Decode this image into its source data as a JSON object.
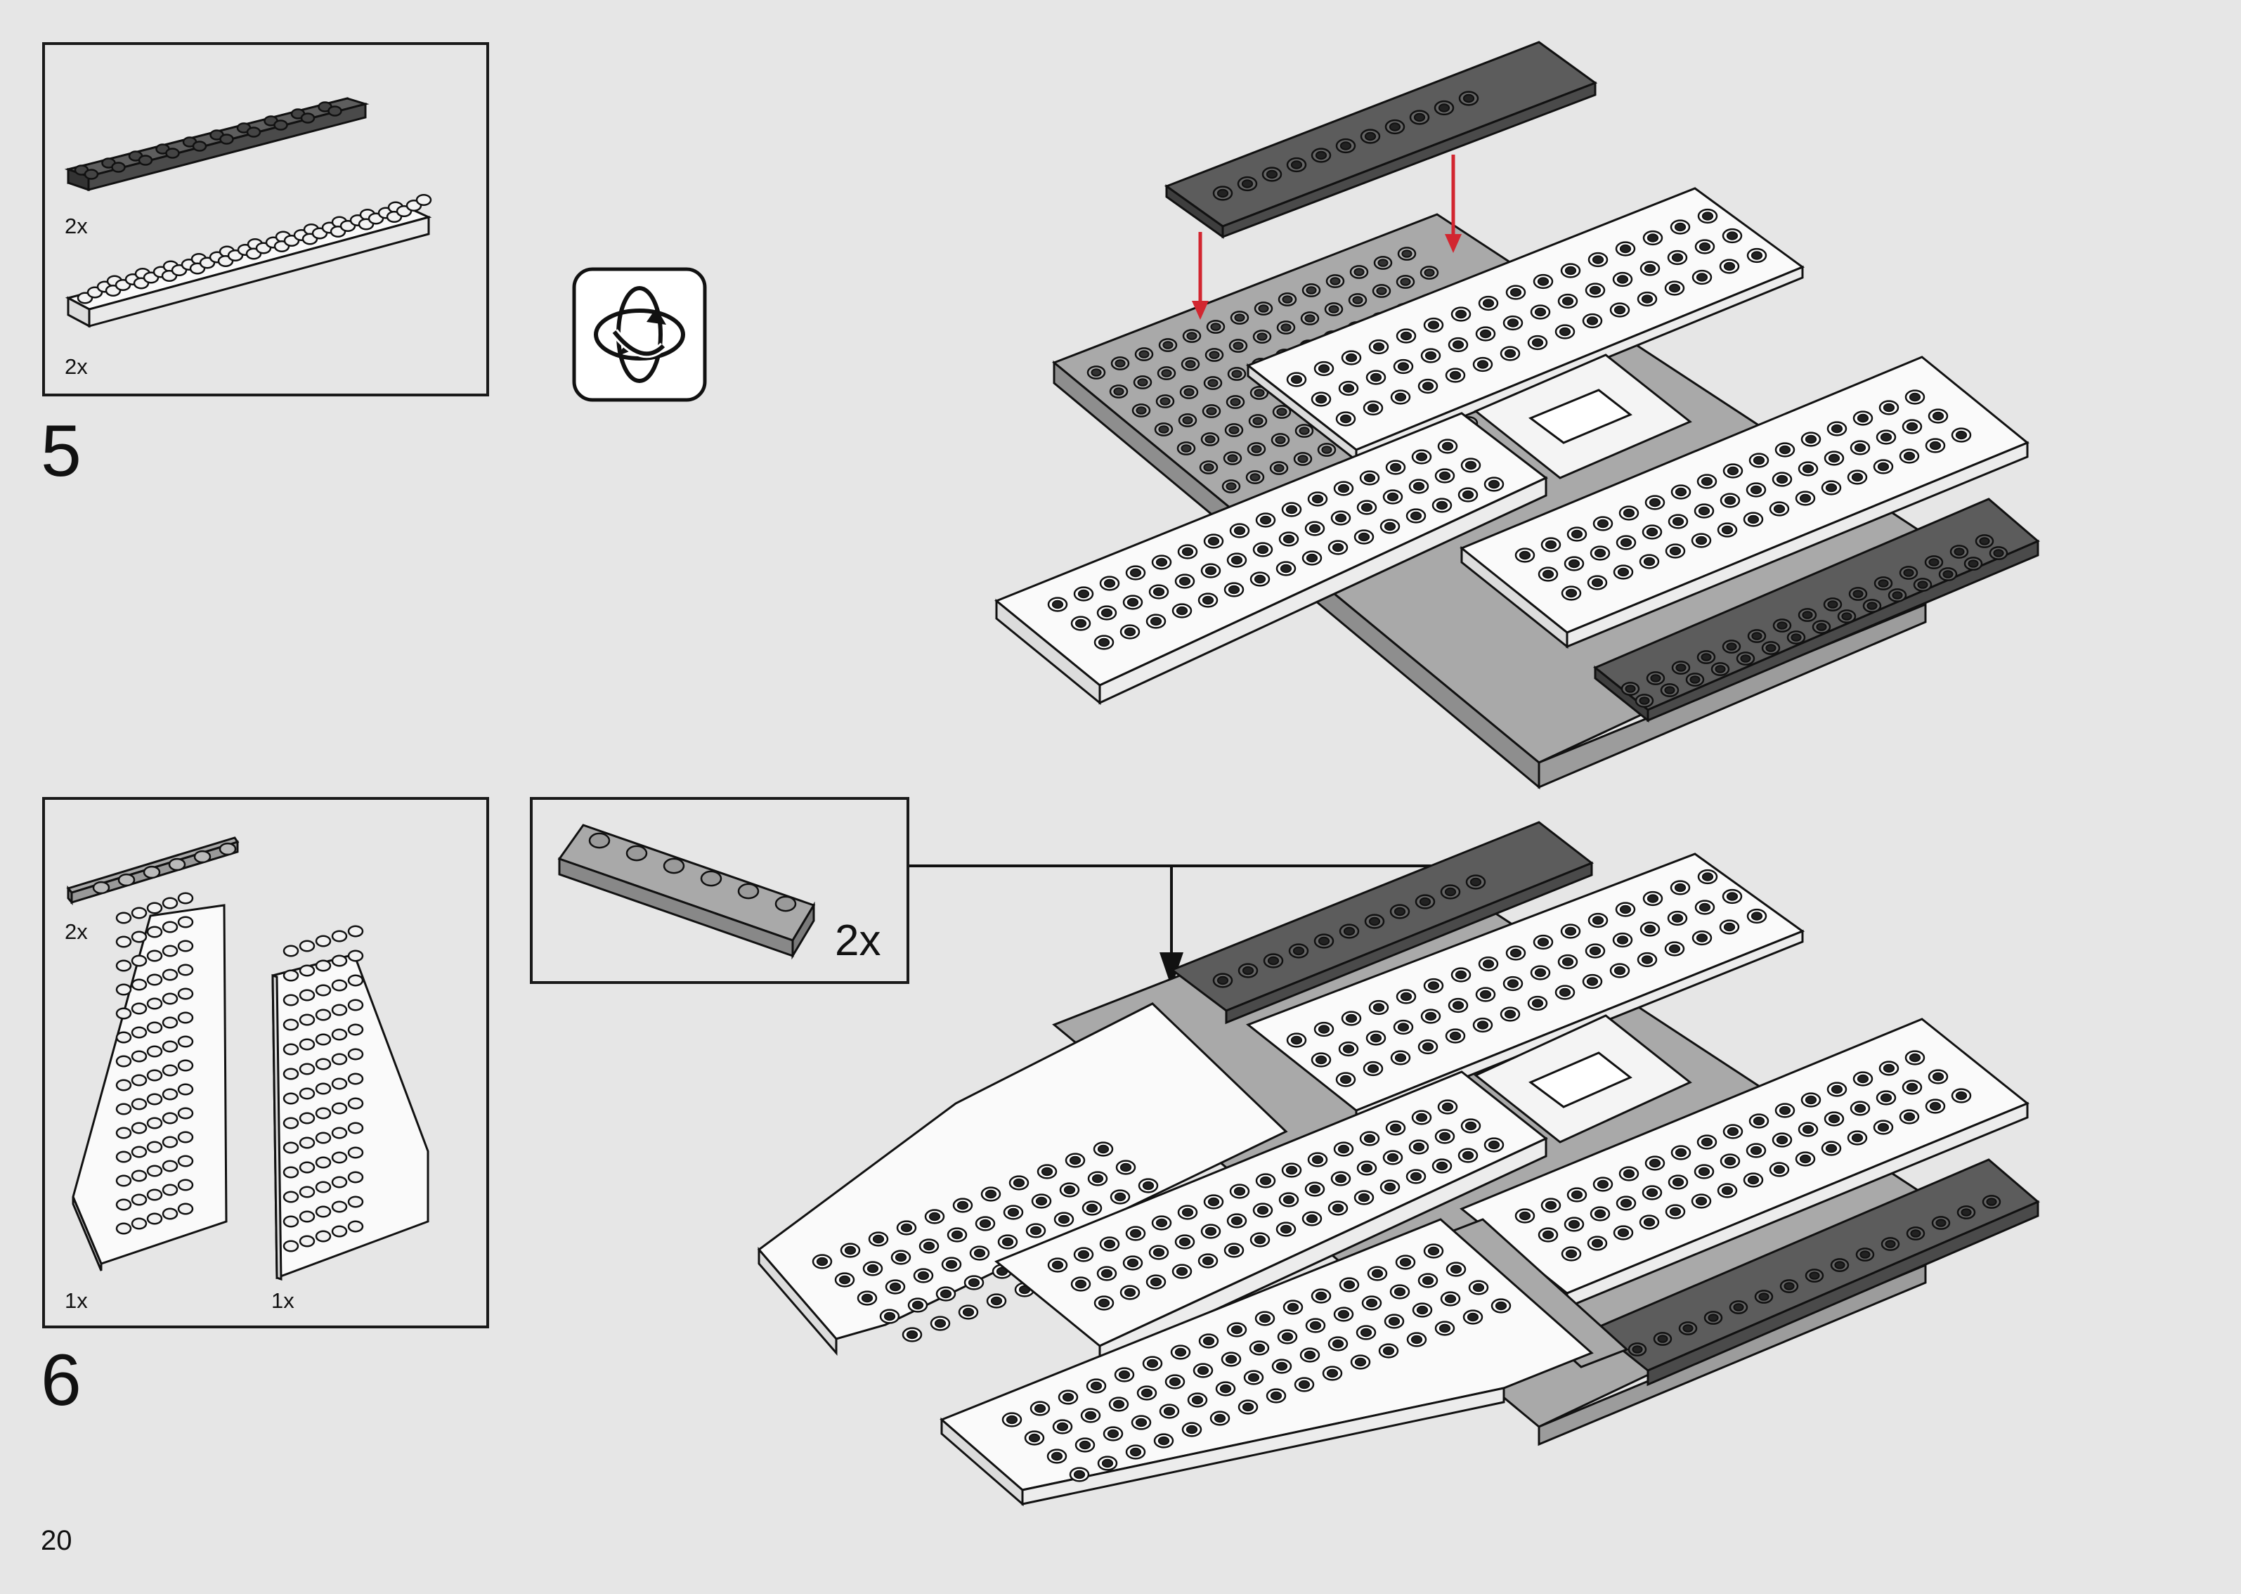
{
  "page_number": "20",
  "colors": {
    "background": "#e6e6e6",
    "dark_plate": "#5c5c5c",
    "light_gray_plate": "#a9a9a9",
    "white_plate": "#fafafa",
    "arrow_red": "#d22630",
    "outline": "#1a1a1a"
  },
  "steps": [
    {
      "number": "5",
      "parts": [
        {
          "qty": "2x",
          "part": "dark-bluish-gray-plate-2x10"
        },
        {
          "qty": "2x",
          "part": "white-plate-4x12"
        }
      ],
      "has_rotate_icon": true,
      "icon": "rotate-model-icon"
    },
    {
      "number": "6",
      "parts": [
        {
          "qty": "2x",
          "part": "light-gray-plate-1x6"
        },
        {
          "qty": "1x",
          "part": "white-wedge-plate-left"
        },
        {
          "qty": "1x",
          "part": "white-wedge-plate-right"
        }
      ],
      "callout": {
        "qty": "2x",
        "part": "light-gray-plate-1x6"
      }
    }
  ]
}
